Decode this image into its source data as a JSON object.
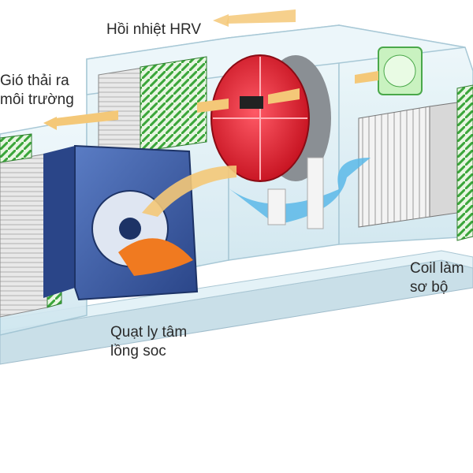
{
  "labels": {
    "hrv": "Hồi nhiệt HRV",
    "exhaust": [
      "Gió thải ra",
      "môi trường"
    ],
    "coil": [
      "Coil làm",
      "sơ bộ"
    ],
    "fan": [
      "Quạt ly tâm",
      "lồng soc"
    ]
  },
  "colors": {
    "casing": "#dff1f7",
    "filter_green": "#3ba63a",
    "hrv_wheel": "#e3202f",
    "fan_blue": "#3b5fa8",
    "fan_orange": "#f07a20",
    "airflow_warm": "#f4c878",
    "airflow_cool": "#5ab8e8"
  }
}
